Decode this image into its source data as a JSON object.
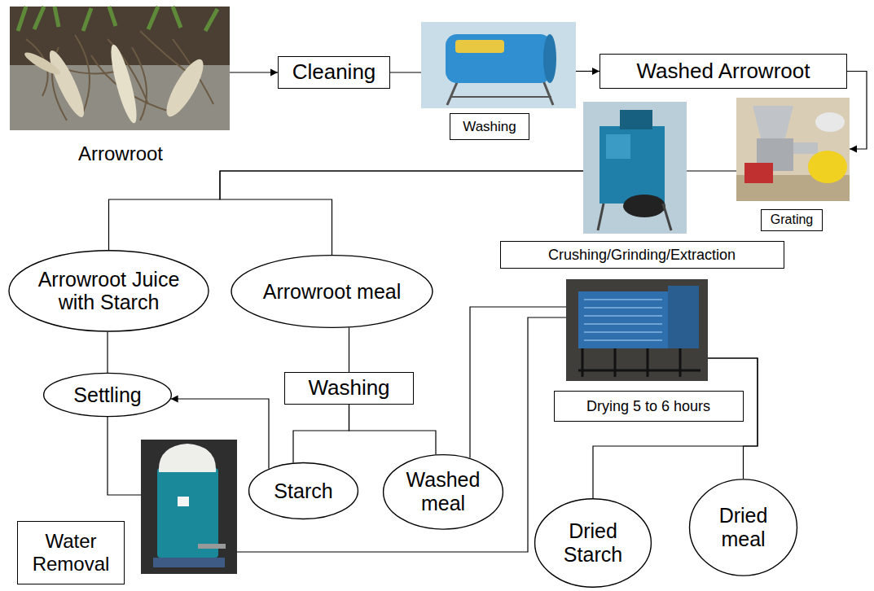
{
  "diagram": {
    "nodes": [
      {
        "text": [
          "Arrowroot"
        ]
      },
      {
        "text": [
          "Cleaning"
        ]
      },
      {
        "text": [
          "Washing"
        ]
      },
      {
        "text": [
          "Washed Arrowroot"
        ]
      },
      {
        "text": [
          "Grating"
        ]
      },
      {
        "text": [
          "Crushing/Grinding/Extraction"
        ]
      },
      {
        "text": [
          "Arrowroot Juice with Starch"
        ]
      },
      {
        "text": [
          "Arrowroot meal"
        ]
      },
      {
        "text": [
          "Settling"
        ]
      },
      {
        "text": [
          "Washing"
        ]
      },
      {
        "text": [
          "Drying 5 to 6 hours"
        ]
      },
      {
        "text": [
          "Starch"
        ]
      },
      {
        "text": [
          "Washed meal"
        ]
      },
      {
        "text": [
          "Water Removal"
        ]
      },
      {
        "text": [
          "Dried Starch"
        ]
      },
      {
        "text": [
          "Dried meal"
        ]
      }
    ],
    "edges": [
      {
        "from": 0,
        "to": 1,
        "arrow": "to"
      },
      {
        "from": 1,
        "to": 2,
        "arrow": "none"
      },
      {
        "from": 2,
        "to": 3,
        "arrow": "to"
      },
      {
        "from": 3,
        "to": 4,
        "arrow": "to"
      },
      {
        "from": 4,
        "to": 5,
        "arrow": "none"
      },
      {
        "from": 5,
        "to": 6,
        "arrow": "none"
      },
      {
        "from": 5,
        "to": 7,
        "arrow": "none"
      },
      {
        "from": 6,
        "to": 8,
        "arrow": "none"
      },
      {
        "from": 7,
        "to": 9,
        "arrow": "none"
      },
      {
        "from": 9,
        "to": 11,
        "arrow": "none"
      },
      {
        "from": 9,
        "to": 12,
        "arrow": "none"
      },
      {
        "from": 11,
        "to": 8,
        "arrow": "to"
      },
      {
        "from": 8,
        "to": 13,
        "arrow": "none"
      },
      {
        "from": 12,
        "to": 10,
        "arrow": "none"
      },
      {
        "from": 13,
        "to": 10,
        "arrow": "none"
      },
      {
        "from": 10,
        "to": 14,
        "arrow": "none"
      },
      {
        "from": 10,
        "to": 15,
        "arrow": "none"
      }
    ]
  }
}
